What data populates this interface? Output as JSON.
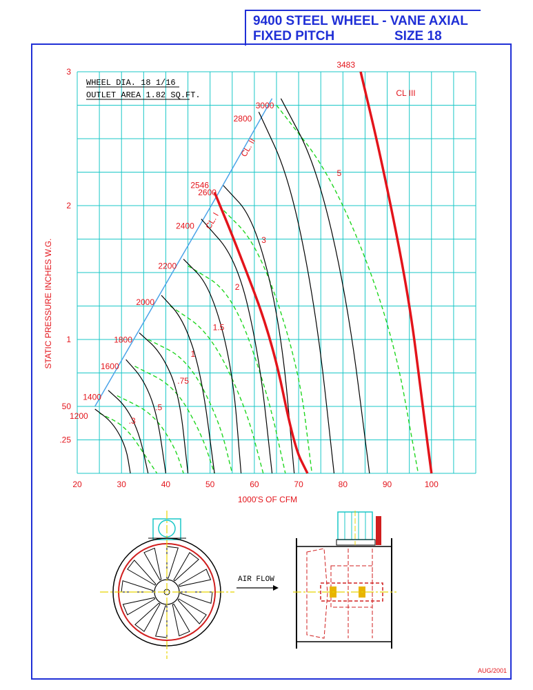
{
  "header": {
    "line1": "9400 STEEL WHEEL - VANE AXIAL",
    "line2": "FIXED PITCH",
    "size": "SIZE 18"
  },
  "info": {
    "wheel": "WHEEL DIA. 18 1/16",
    "outlet": "OUTLET AREA 1.82 SQ.FT."
  },
  "footer": {
    "date": "AUG/2001"
  },
  "diagram": {
    "air_flow": "AIR FLOW"
  },
  "chart_data": {
    "type": "line",
    "xlabel": "1000'S OF CFM",
    "ylabel": "STATIC PRESSURE INCHES W.G.",
    "x_ticks": [
      "20",
      "30",
      "40",
      "50",
      "60",
      "70",
      "80",
      "90",
      "100"
    ],
    "y_ticks": [
      {
        "v": 3,
        "label": "3"
      },
      {
        "v": 2,
        "label": "2"
      },
      {
        "v": 1,
        "label": "1"
      },
      {
        "v": 0.5,
        "label": "50"
      },
      {
        "v": 0.25,
        "label": ".25"
      }
    ],
    "xlim": [
      20,
      110
    ],
    "ylim": [
      0,
      3
    ],
    "grid": true,
    "class_lines": [
      {
        "label": "CL. I",
        "points": [
          [
            24,
            0.5
          ],
          [
            52,
            2.1
          ]
        ]
      },
      {
        "label": "CL. II",
        "points": [
          [
            52,
            2.1
          ],
          [
            64,
            2.8
          ]
        ]
      },
      {
        "label": "CL III",
        "points": []
      }
    ],
    "rpm_curves": [
      {
        "label": "1200",
        "points": [
          [
            24,
            0.48
          ],
          [
            28,
            0.38
          ],
          [
            31,
            0.2
          ],
          [
            32,
            0.0
          ]
        ]
      },
      {
        "label": "1400",
        "points": [
          [
            27,
            0.62
          ],
          [
            31,
            0.5
          ],
          [
            34,
            0.3
          ],
          [
            36,
            0.0
          ]
        ]
      },
      {
        "label": "1600",
        "points": [
          [
            31,
            0.85
          ],
          [
            35,
            0.7
          ],
          [
            38,
            0.45
          ],
          [
            40,
            0.0
          ]
        ]
      },
      {
        "label": "1800",
        "points": [
          [
            34,
            1.05
          ],
          [
            39,
            0.9
          ],
          [
            43,
            0.6
          ],
          [
            45,
            0.0
          ]
        ]
      },
      {
        "label": "2000",
        "points": [
          [
            39,
            1.33
          ],
          [
            44,
            1.15
          ],
          [
            48,
            0.75
          ],
          [
            51,
            0.0
          ]
        ]
      },
      {
        "label": "2200",
        "points": [
          [
            44,
            1.6
          ],
          [
            50,
            1.4
          ],
          [
            55,
            0.8
          ],
          [
            57,
            0.0
          ]
        ]
      },
      {
        "label": "2400",
        "points": [
          [
            48,
            1.9
          ],
          [
            56,
            1.6
          ],
          [
            61,
            0.9
          ],
          [
            64,
            0.0
          ]
        ]
      },
      {
        "label": "2600",
        "points": [
          [
            53,
            2.15
          ],
          [
            60,
            1.9
          ],
          [
            66,
            1.1
          ],
          [
            69,
            0.0
          ]
        ]
      },
      {
        "label": "2800",
        "points": [
          [
            61,
            2.7
          ],
          [
            68,
            2.2
          ],
          [
            74,
            1.2
          ],
          [
            78,
            0.0
          ]
        ]
      },
      {
        "label": "3000",
        "points": [
          [
            66,
            2.8
          ],
          [
            74,
            2.3
          ],
          [
            81,
            1.3
          ],
          [
            86,
            0.0
          ]
        ]
      }
    ],
    "bhp_curves": [
      {
        "label": ".3",
        "points": [
          [
            25,
            0.45
          ],
          [
            31,
            0.35
          ],
          [
            36,
            0.1
          ],
          [
            38,
            0.0
          ]
        ]
      },
      {
        "label": ".5",
        "points": [
          [
            29,
            0.58
          ],
          [
            37,
            0.45
          ],
          [
            42,
            0.2
          ],
          [
            44,
            0.0
          ]
        ]
      },
      {
        "label": ".75",
        "points": [
          [
            33,
            0.8
          ],
          [
            42,
            0.65
          ],
          [
            48,
            0.3
          ],
          [
            51,
            0.0
          ]
        ]
      },
      {
        "label": "1",
        "points": [
          [
            36,
            1.0
          ],
          [
            45,
            0.85
          ],
          [
            52,
            0.4
          ],
          [
            55,
            0.0
          ]
        ]
      },
      {
        "label": "1.5",
        "points": [
          [
            41,
            1.25
          ],
          [
            50,
            1.05
          ],
          [
            58,
            0.5
          ],
          [
            62,
            0.0
          ]
        ]
      },
      {
        "label": "2",
        "points": [
          [
            45,
            1.55
          ],
          [
            55,
            1.35
          ],
          [
            63,
            0.6
          ],
          [
            67,
            0.0
          ]
        ]
      },
      {
        "label": "3",
        "points": [
          [
            52,
            2.0
          ],
          [
            61,
            1.7
          ],
          [
            70,
            0.8
          ],
          [
            73,
            0.0
          ]
        ]
      },
      {
        "label": "5",
        "points": [
          [
            65,
            2.75
          ],
          [
            78,
            2.2
          ],
          [
            91,
            1.1
          ],
          [
            97,
            0.0
          ]
        ]
      }
    ],
    "limit_curves": [
      {
        "label": "2546",
        "points": [
          [
            51,
            2.1
          ],
          [
            56,
            1.7
          ],
          [
            64,
            1.0
          ],
          [
            69,
            0.2
          ],
          [
            72,
            0.0
          ]
        ]
      },
      {
        "label": "3483",
        "points": [
          [
            84,
            3.0
          ],
          [
            89,
            2.3
          ],
          [
            95,
            1.3
          ],
          [
            98,
            0.5
          ],
          [
            100,
            0.0
          ]
        ]
      }
    ],
    "annotations": [
      {
        "text": "CL. I"
      },
      {
        "text": "CL. II"
      },
      {
        "text": "CL III"
      }
    ]
  }
}
